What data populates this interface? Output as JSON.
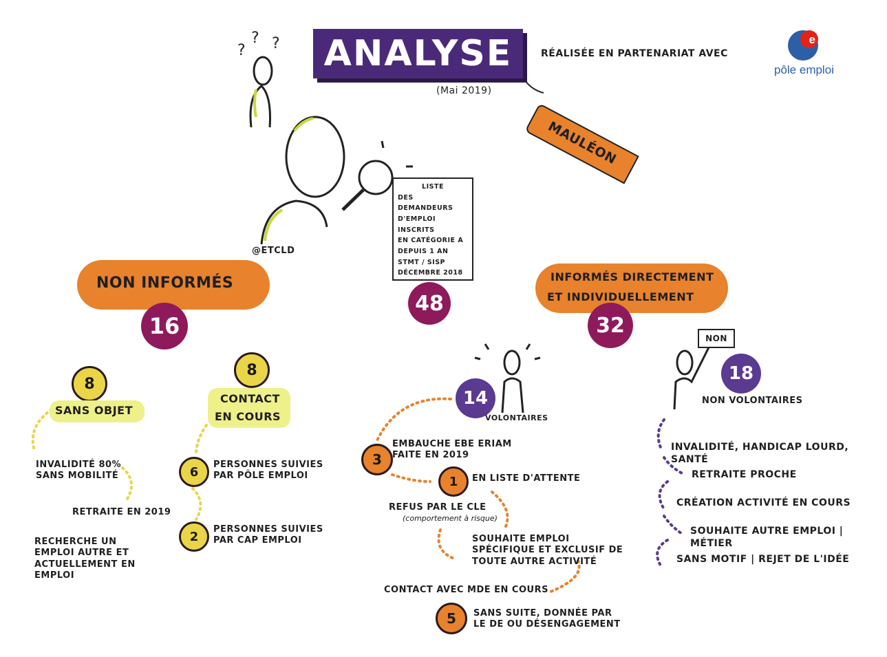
{
  "header": {
    "title": "ANALYSE",
    "date": "(Mai 2019)",
    "partner_text": "Réalisée en partenariat avec",
    "logo_text": "pôle emploi",
    "tag": "Mauléon",
    "credit": "@ETCLD"
  },
  "document": {
    "lines": [
      "LISTE",
      "DES DEMANDEURS",
      "D'EMPLOI INSCRITS",
      "EN CATÉGORIE A",
      "DEPUIS 1 AN",
      "STMT / SISP",
      "DÉCEMBRE 2018"
    ],
    "total": "48"
  },
  "non_informes": {
    "label": "NON INFORMÉS",
    "count": "16",
    "sans_objet": {
      "count": "8",
      "label": "SANS OBJET",
      "items": [
        "INVALIDITÉ 80% SANS MOBILITÉ",
        "RETRAITE EN 2019",
        "RECHERCHE UN EMPLOI AUTRE ET ACTUELLEMENT EN EMPLOI"
      ]
    },
    "contact": {
      "count": "8",
      "label_1": "CONTACT",
      "label_2": "EN COURS",
      "items": [
        {
          "count": "6",
          "text": "PERSONNES SUIVIES PAR PÔLE EMPLOI"
        },
        {
          "count": "2",
          "text": "PERSONNES SUIVIES PAR CAP EMPLOI"
        }
      ]
    }
  },
  "informes": {
    "label_1": "INFORMÉS DIRECTEMENT",
    "label_2": "ET INDIVIDUELLEMENT",
    "count": "32",
    "volontaires": {
      "count": "14",
      "label": "VOLONTAIRES",
      "items": [
        {
          "count": "3",
          "text": "EMBAUCHE EBE ERIAM FAITE EN 2019"
        },
        {
          "count": "1",
          "text": "EN LISTE D'ATTENTE"
        },
        {
          "text": "REFUS PAR LE CLE",
          "sub": "(comportement à risque)"
        },
        {
          "text": "SOUHAITE EMPLOI SPÉCIFIQUE ET EXCLUSIF DE TOUTE AUTRE ACTIVITÉ"
        },
        {
          "text": "CONTACT AVEC MdE EN COURS"
        },
        {
          "count": "5",
          "text": "SANS SUITE, DONNÉE PAR LE DE OU DÉSENGAGEMENT"
        }
      ]
    },
    "non_volontaires": {
      "count": "18",
      "label": "NON VOLONTAIRES",
      "sign": "NON",
      "items": [
        "INVALIDITÉ, HANDICAP LOURD, SANTÉ",
        "RETRAITE PROCHE",
        "CRÉATION ACTIVITÉ EN COURS",
        "SOUHAITE AUTRE EMPLOI | MÉTIER",
        "SANS MOTIF | REJET DE L'IDÉE"
      ]
    }
  },
  "colors": {
    "title_bg": "#4a2a78",
    "magenta": "#8e1a5c",
    "violet": "#5b3a92",
    "orange": "#e8822c",
    "yellow": "#ead548",
    "lime": "#c8d83c",
    "logo_blue": "#2d5fa6",
    "logo_red": "#e2231a"
  }
}
